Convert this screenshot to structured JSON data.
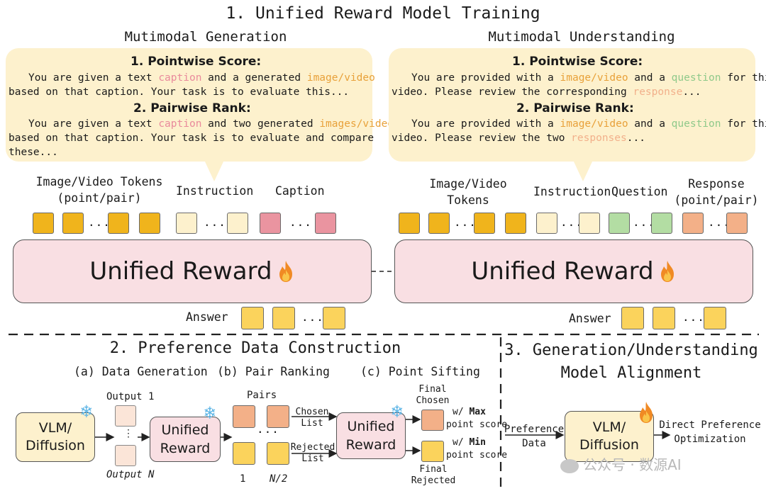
{
  "title": "1. Unified Reward Model Training",
  "left": {
    "heading": "Mutimodal Generation",
    "pointwise_heading": "1. Pointwise Score:",
    "pw_line1_a": "You are given a text ",
    "pw_line1_caption": "caption",
    "pw_line1_b": " and a generated ",
    "pw_line1_img": "image/video",
    "pw_line2": "based on that caption. Your task is to evaluate this...",
    "pairwise_heading": "2. Pairwise Rank:",
    "pr_line1_a": "You are given a text ",
    "pr_line1_caption": "caption",
    "pr_line1_b": " and two generated ",
    "pr_line1_img": "images/videos",
    "pr_line2": "based on that caption. Your task is to evaluate and compare",
    "pr_line3": "these...",
    "label_tokens_1": "Image/Video Tokens",
    "label_tokens_2": "(point/pair)",
    "label_instruction": "Instruction",
    "label_caption": "Caption",
    "reward_label": "Unified Reward",
    "answer_label": "Answer"
  },
  "right": {
    "heading": "Mutimodal Understanding",
    "pointwise_heading": "1. Pointwise Score:",
    "pw_line1_a": "You are provided with a ",
    "pw_line1_img": "image/video",
    "pw_line1_b": " and a ",
    "pw_line1_q": "question",
    "pw_line1_c": " for this",
    "pw_line2_a": "video. Please review the corresponding ",
    "pw_line2_resp": "response",
    "pw_line2_b": "...",
    "pairwise_heading": "2. Pairwise Rank:",
    "pr_line1_a": "You are provided with a ",
    "pr_line1_img": "image/video",
    "pr_line1_b": " and a ",
    "pr_line1_q": "question",
    "pr_line1_c": " for this",
    "pr_line2_a": "video. Please review the two ",
    "pr_line2_resp": "responses",
    "pr_line2_b": "...",
    "label_tokens_1": "Image/Video",
    "label_tokens_2": "Tokens",
    "label_instruction": "Instruction",
    "label_question": "Question",
    "label_response_1": "Response",
    "label_response_2": "(point/pair)",
    "reward_label": "Unified Reward",
    "answer_label": "Answer"
  },
  "section2": {
    "title": "2. Preference Data Construction",
    "step_a": "(a) Data Generation",
    "step_b": "(b) Pair Ranking",
    "step_c": "(c) Point Sifting",
    "vlm_box": "VLM/\nDiffusion",
    "output_1": "Output 1",
    "output_n": "Output N",
    "unified_reward_1": "Unified\nReward",
    "pairs": "Pairs",
    "pair_1": "1",
    "pair_n2": "N/2",
    "chosen_list": "Chosen\nList",
    "rejected_list": "Rejected\nList",
    "unified_reward_2": "Unified\nReward",
    "final_chosen": "Final\nChosen",
    "final_rejected": "Final\nRejected",
    "max_label_a": "w/ ",
    "max_label_b": "Max",
    "max_label_c": "point score",
    "min_label_a": "w/ ",
    "min_label_b": "Min",
    "min_label_c": "point score",
    "ellipsis": "..."
  },
  "section3": {
    "title_1": "3. Generation/Understanding",
    "title_2": "Model Alignment",
    "preference_data": "Preference\nData",
    "vlm_box": "VLM/\nDiffusion",
    "dpo": "Direct Preference\nOptimization"
  },
  "watermark": "公众号 · 数源AI",
  "colors": {
    "bubble": "#fdf1cd",
    "reward_fill": "#f9dfe3",
    "token_gold": "#f0b41c",
    "token_cream": "#fdf1cd",
    "token_pink": "#ea94a0",
    "token_green": "#b3dda3",
    "token_salmon": "#f3b088",
    "token_answer": "#fbd35c",
    "vlm_fill": "#fdf1cd",
    "snow": "#5fb6e6",
    "flame": "#f08a24"
  },
  "icons": {
    "frozen": "snowflake-icon",
    "trainable": "flame-icon"
  }
}
